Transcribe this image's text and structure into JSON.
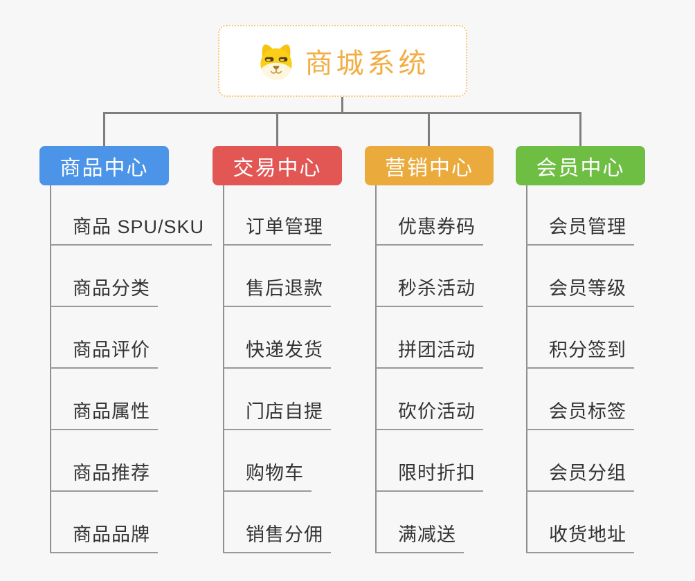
{
  "page": {
    "background_color": "#F7F7F7",
    "connector_color": "#7E7E7E"
  },
  "root": {
    "title": "商城系统",
    "icon": "dog-face-icon",
    "title_color": "#F2AD44",
    "border_color": "#F5C573"
  },
  "branches": [
    {
      "label": "商品中心",
      "color": "#4B94E8",
      "items": [
        "商品 SPU/SKU",
        "商品分类",
        "商品评价",
        "商品属性",
        "商品推荐",
        "商品品牌"
      ]
    },
    {
      "label": "交易中心",
      "color": "#E25654",
      "items": [
        "订单管理",
        "售后退款",
        "快递发货",
        "门店自提",
        "购物车",
        "销售分佣"
      ]
    },
    {
      "label": "营销中心",
      "color": "#EBAA3C",
      "items": [
        "优惠券码",
        "秒杀活动",
        "拼团活动",
        "砍价活动",
        "限时折扣",
        "满减送"
      ]
    },
    {
      "label": "会员中心",
      "color": "#6FBE44",
      "items": [
        "会员管理",
        "会员等级",
        "积分签到",
        "会员标签",
        "会员分组",
        "收货地址"
      ]
    }
  ]
}
